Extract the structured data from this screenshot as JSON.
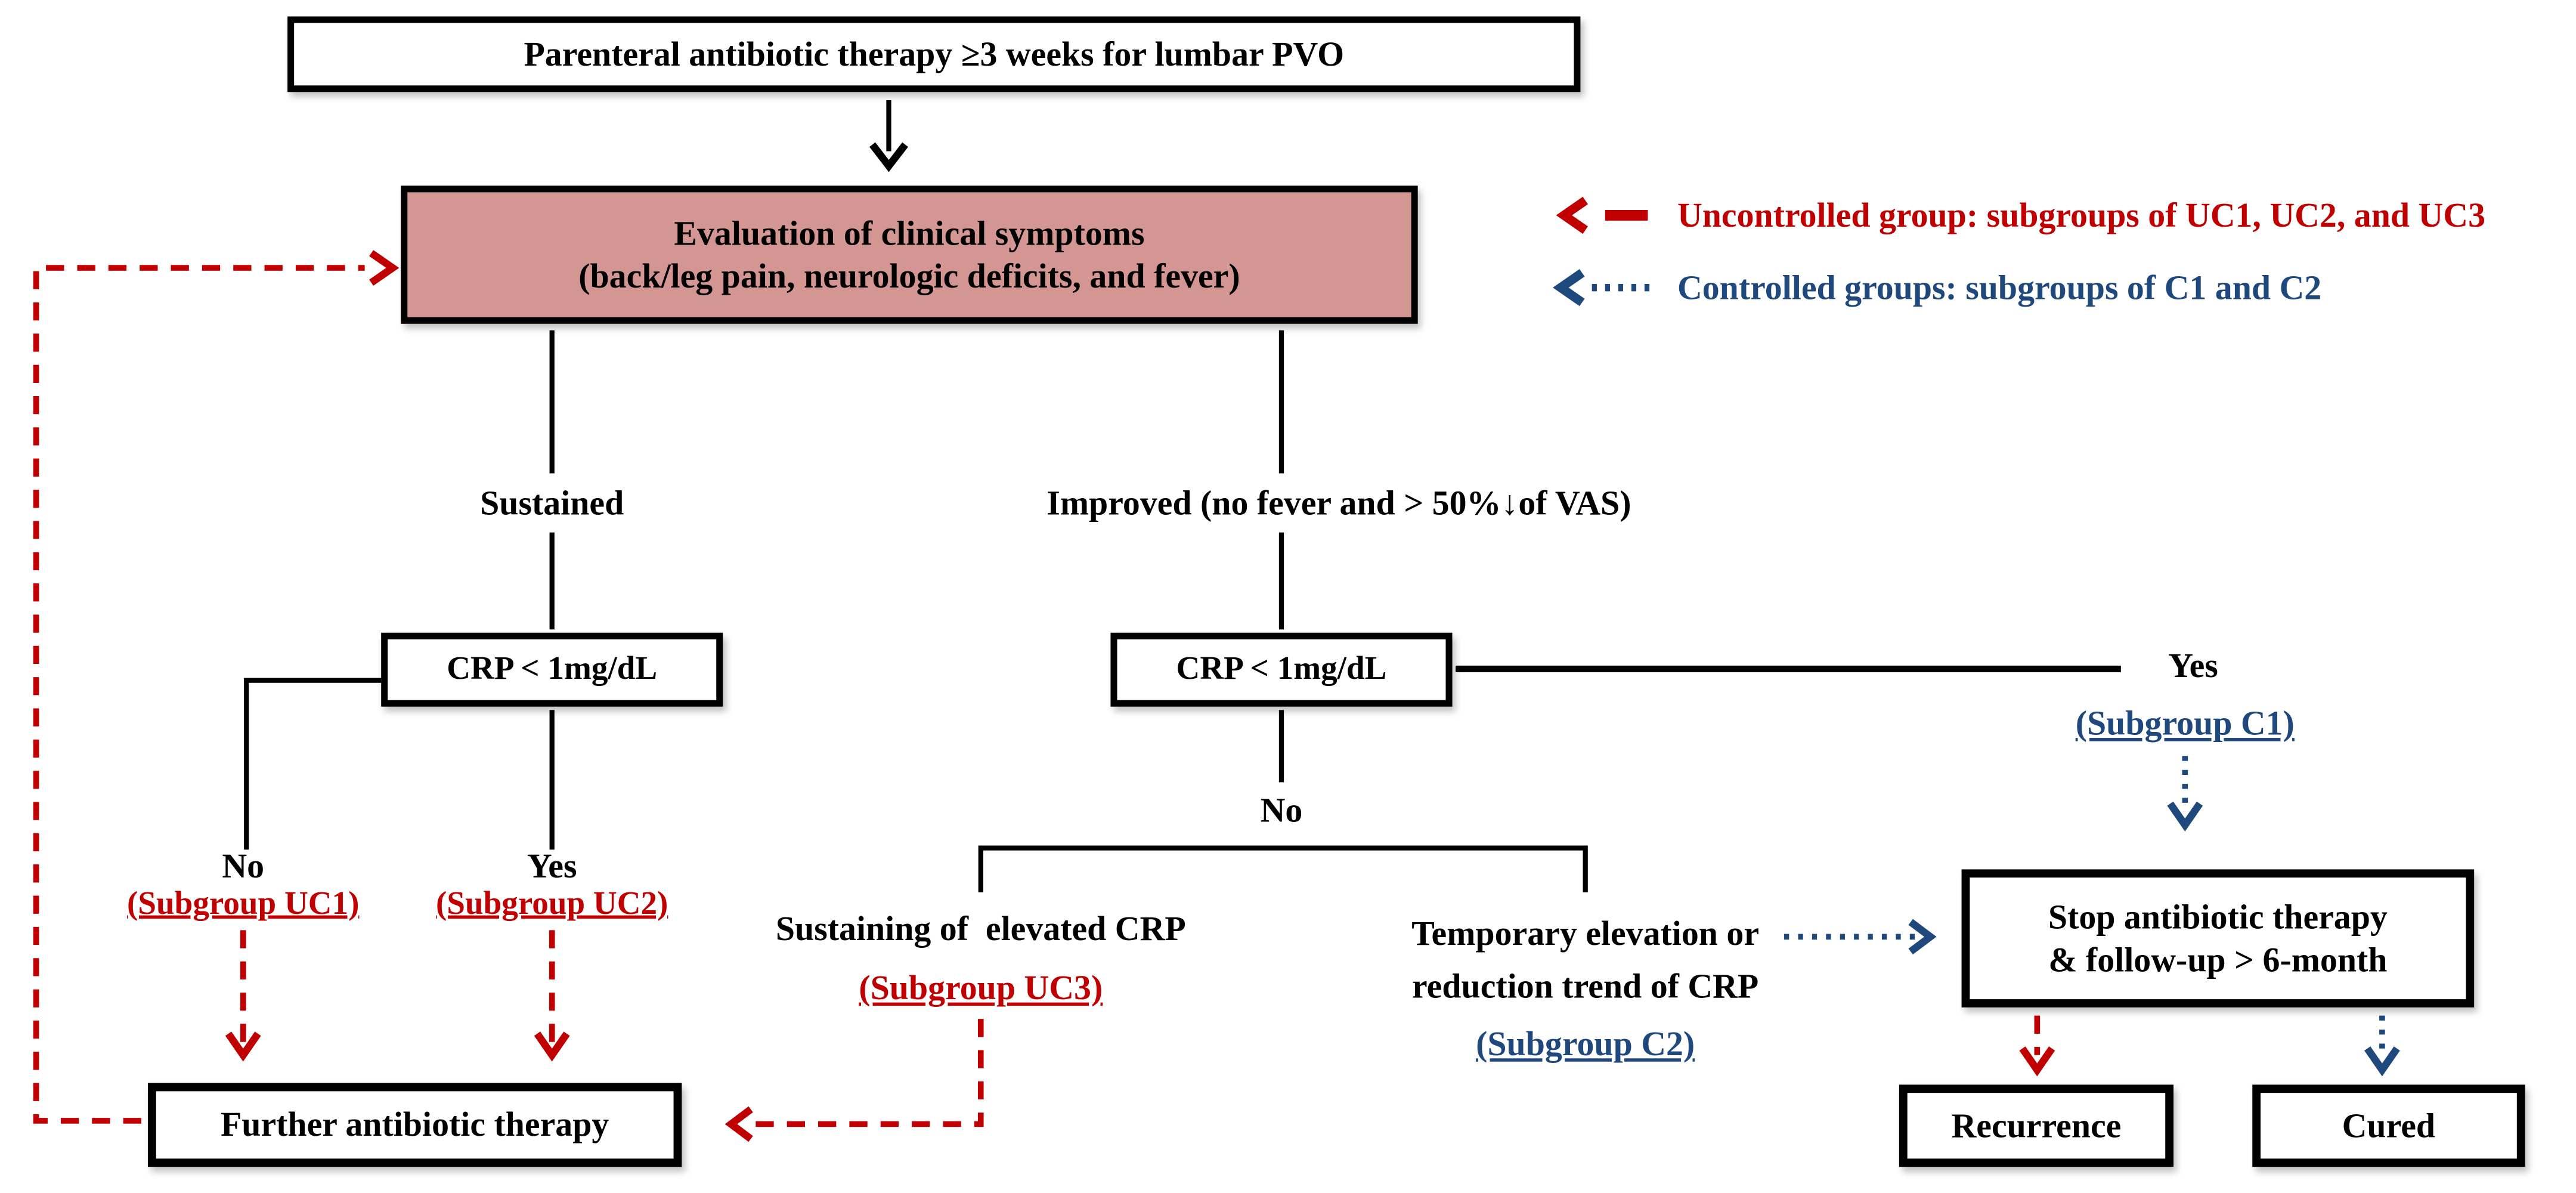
{
  "title_box": "Parenteral antibiotic therapy ≥3 weeks for lumbar PVO",
  "eval_box": {
    "line1": "Evaluation of clinical symptoms",
    "line2": "(back/leg pain, neurologic deficits, and fever)"
  },
  "legend": {
    "uncontrolled": "Uncontrolled group: subgroups of UC1, UC2, and UC3",
    "controlled": "Controlled groups: subgroups of C1 and C2"
  },
  "branches": {
    "sustained_label": "Sustained",
    "improved_label": "Improved (no fever and > 50%↓of VAS)",
    "crp_left": "CRP < 1mg/dL",
    "crp_right": "CRP < 1mg/dL",
    "no_left": "No",
    "yes_left": "Yes",
    "subgroup_uc1": "(Subgroup UC1)",
    "subgroup_uc2": "(Subgroup UC2)",
    "no_right": "No",
    "uc3_text": "Sustaining of  elevated CRP",
    "subgroup_uc3": "(Subgroup UC3)",
    "c2_line1": "Temporary elevation or",
    "c2_line2": "reduction trend of CRP",
    "subgroup_c2": "(Subgroup C2)",
    "yes_right": "Yes",
    "subgroup_c1": "(Subgroup C1)"
  },
  "outcomes": {
    "further": "Further antibiotic therapy",
    "stop_line1": "Stop antibiotic therapy",
    "stop_line2": "& follow-up > 6-month",
    "recurrence": "Recurrence",
    "cured": "Cured"
  },
  "colors": {
    "red": "#c00000",
    "blue": "#1f497d",
    "pink": "#d49693"
  }
}
